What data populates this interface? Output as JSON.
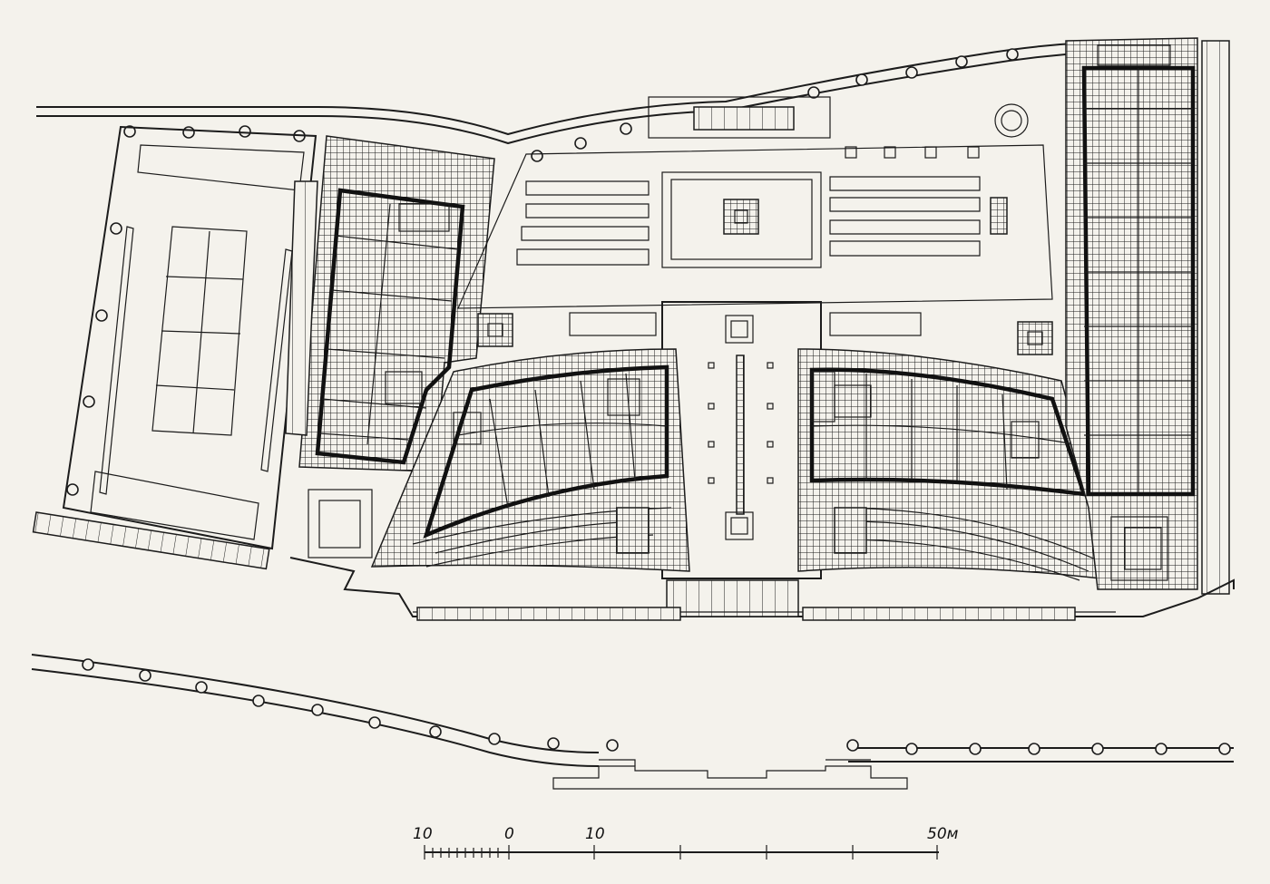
{
  "scale_bar": {
    "labels": [
      "10",
      "0",
      "10",
      "50м"
    ]
  }
}
